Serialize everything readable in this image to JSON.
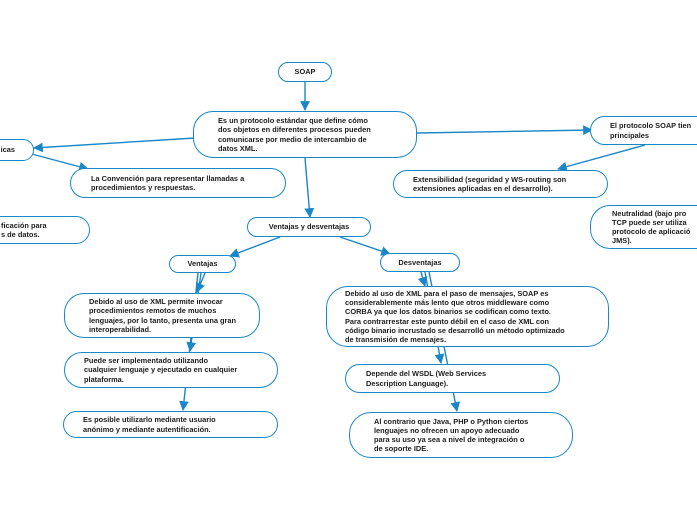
{
  "colors": {
    "line": "#1a87c9",
    "text": "#1c1c1c",
    "background": "#ffffff"
  },
  "nodes": {
    "soap": "SOAP",
    "definition": "Es un protocolo estándar que define cómo\ndos objetos en diferentes procesos pueden\ncomunicarse por medio de intercambio de\ndatos XML.",
    "left_partial": "icas",
    "convencion": "La Convención para representar llamadas a\nprocedimientos y respuestas.",
    "left_partial2": "ficación para\ns de datos.",
    "protocolo_principales": "El protocolo SOAP tien\nprincipales",
    "extensibilidad": "Extensibilidad (seguridad y WS-routing son\nextensiones aplicadas en el desarrollo).",
    "neutralidad": "Neutralidad (bajo pro\nTCP puede ser utiliza\nprotocolo de aplicació\nJMS).",
    "ventajas_desventajas": "Ventajas y desventajas",
    "ventajas": "Ventajas",
    "desventajas": "Desventajas",
    "v1": "Debido al uso de XML permite invocar\nprocedimientos remotos de muchos\nlenguajes, por lo tanto, presenta una gran\ninteroperabilidad.",
    "v2": "Puede ser implementado utilizando\ncualquier lenguaje y ejecutado en cualquier\nplataforma.",
    "v3": "Es posible utilizarlo mediante usuario\nanónimo y mediante autentificación.",
    "d1": "Debido al uso de XML para el paso de mensajes, SOAP es\nconsiderablemente más lento que otros middleware como\nCORBA ya que los datos binarios se codifican como texto.\nPara contrarrestar este punto débil en el caso de XML con\ncódigo binario incrustado se desarrolló un método optimizado\nde transmisión de mensajes.",
    "d2": "Depende del WSDL (Web Services\nDescription Language).",
    "d3": "Al contrario que Java, PHP o Python ciertos\nlenguajes no ofrecen un apoyo adecuado\npara su uso ya sea a nivel de integración o\nde soporte IDE."
  }
}
